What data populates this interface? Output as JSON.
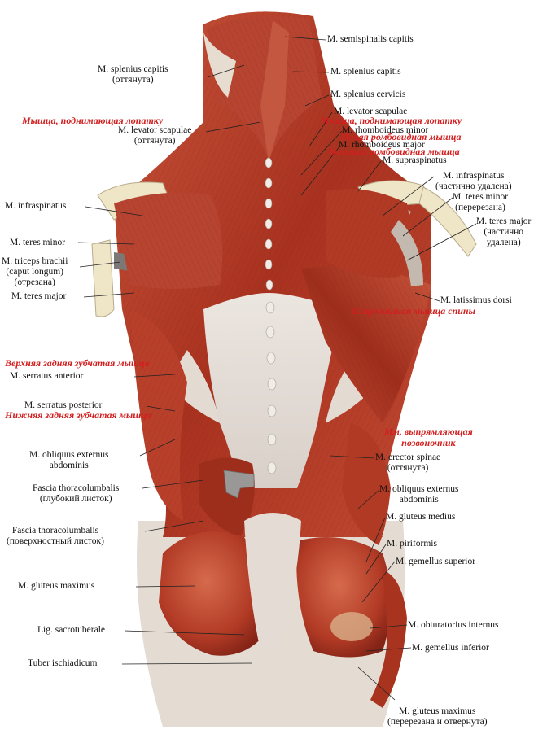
{
  "colors": {
    "muscle": "#b8402b",
    "muscle_dark": "#7e2318",
    "fascia": "#e9e2dc",
    "bone": "#efe6c8",
    "skin": "#d9cdc2",
    "russian_label": "#d21f1f",
    "leader": "#222222"
  },
  "labels_left": [
    {
      "id": "splenius-capitis-left",
      "text": "M. splenius capitis",
      "sub": "(оттянута)"
    },
    {
      "id": "levator-scapulae-left",
      "text": "M. levator scapulae",
      "sub": "(оттянута)"
    },
    {
      "id": "infraspinatus-left",
      "text": "M. infraspinatus",
      "sub": ""
    },
    {
      "id": "teres-minor-left",
      "text": "M. teres minor",
      "sub": ""
    },
    {
      "id": "triceps-brachii",
      "text": "M. triceps brachii",
      "sub": "(caput longum)",
      "sub2": "(отрезана)"
    },
    {
      "id": "teres-major-left",
      "text": "M. teres major",
      "sub": ""
    },
    {
      "id": "serratus-anterior",
      "text": "M. serratus anterior",
      "sub": ""
    },
    {
      "id": "serratus-posterior",
      "text": "M. serratus posterior",
      "sub": ""
    },
    {
      "id": "obliquus-externus-left",
      "text": "M. obliquus externus",
      "sub": "abdominis"
    },
    {
      "id": "fascia-deep",
      "text": "Fascia thoracolumbalis",
      "sub": "(глубокий листок)"
    },
    {
      "id": "fascia-superficial",
      "text": "Fascia thoracolumbalis",
      "sub": "(поверхностный листок)"
    },
    {
      "id": "gluteus-maximus-left",
      "text": "M. gluteus maximus",
      "sub": ""
    },
    {
      "id": "lig-sacrotuberale",
      "text": "Lig. sacrotuberale",
      "sub": ""
    },
    {
      "id": "tuber-ischiadicum",
      "text": "Tuber ischiadicum",
      "sub": ""
    }
  ],
  "labels_right": [
    {
      "id": "semispinalis-capitis",
      "text": "M. semispinalis capitis",
      "sub": ""
    },
    {
      "id": "splenius-capitis-right",
      "text": "M. splenius capitis",
      "sub": ""
    },
    {
      "id": "splenius-cervicis",
      "text": "M. splenius cervicis",
      "sub": ""
    },
    {
      "id": "levator-scapulae-right",
      "text": "M. levator scapulae",
      "sub": ""
    },
    {
      "id": "rhomboideus-minor",
      "text": "M. rhomboideus minor",
      "sub": ""
    },
    {
      "id": "rhomboideus-major",
      "text": "M. rhomboideus major",
      "sub": ""
    },
    {
      "id": "supraspinatus",
      "text": "M. supraspinatus",
      "sub": ""
    },
    {
      "id": "infraspinatus-right",
      "text": "M. infraspinatus",
      "sub": "(частично удалена)"
    },
    {
      "id": "teres-minor-right",
      "text": "M. teres minor",
      "sub": "(перерезана)"
    },
    {
      "id": "teres-major-right",
      "text": "M. teres major",
      "sub": "(частично",
      "sub2": "удалена)"
    },
    {
      "id": "latissimus-dorsi",
      "text": "M. latissimus dorsi",
      "sub": ""
    },
    {
      "id": "erector-spinae",
      "text": "M. erector spinae",
      "sub": "(оттянута)"
    },
    {
      "id": "obliquus-externus-right",
      "text": "M. obliquus externus",
      "sub": "abdominis"
    },
    {
      "id": "gluteus-medius",
      "text": "M. gluteus medius",
      "sub": ""
    },
    {
      "id": "piriformis",
      "text": "M.  piriformis",
      "sub": ""
    },
    {
      "id": "gemellus-superior",
      "text": "M. gemellus superior",
      "sub": ""
    },
    {
      "id": "obturatorius-internus",
      "text": "M. obturatorius internus",
      "sub": ""
    },
    {
      "id": "gemellus-inferior",
      "text": "M. gemellus inferior",
      "sub": ""
    },
    {
      "id": "gluteus-maximus-right",
      "text": "M. gluteus maximus",
      "sub": "(перерезана и отвернута)"
    }
  ],
  "russian_labels": [
    {
      "id": "levator-ru-left",
      "text": "Мышца, поднимающая лопатку"
    },
    {
      "id": "levator-ru-right",
      "text": "Мышца, поднимающая лопатку"
    },
    {
      "id": "rhomb-minor-ru",
      "text": "Малая ромбовидная мышца"
    },
    {
      "id": "rhomb-major-ru",
      "text": "Большая ромбовидная мышца"
    },
    {
      "id": "latissimus-ru",
      "text": "Широчайшая мышца спины"
    },
    {
      "id": "serratus-sup-ru",
      "text": "Верхняя задняя зубчатая мышца"
    },
    {
      "id": "serratus-inf-ru",
      "text": "Нижняя задняя зубчатая мышца"
    },
    {
      "id": "erector-ru",
      "text": "Мм, выпрямляющая",
      "text2": "позвоночник"
    }
  ]
}
